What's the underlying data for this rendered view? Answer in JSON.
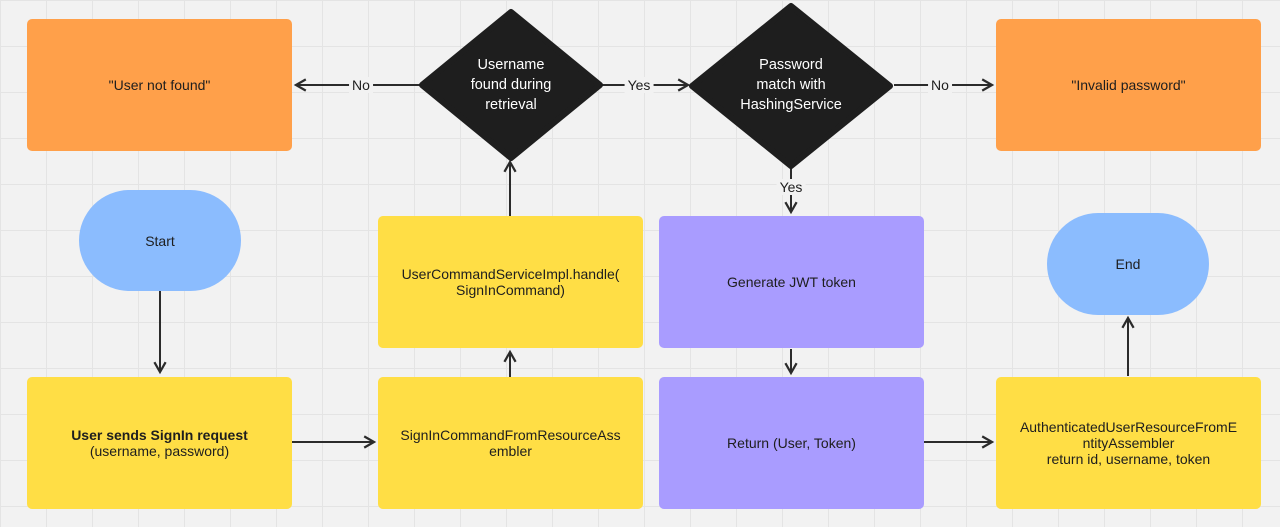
{
  "nodes": {
    "user_not_found": "\"User not found\"",
    "invalid_password": "\"Invalid password\"",
    "start": "Start",
    "end": "End",
    "username_found": [
      "Username",
      "found during",
      "retrieval"
    ],
    "password_match": [
      "Password",
      "match with",
      "HashingService"
    ],
    "handle": [
      "UserCommandServiceImpl.handle(",
      "SignInCommand)"
    ],
    "generate_jwt": "Generate JWT token",
    "signin_request_title": "User sends SignIn request",
    "signin_request_sub": "(username, password)",
    "assembler": [
      "SignInCommandFromResourceAss",
      "embler"
    ],
    "return_token": "Return (User, Token)",
    "auth_assembler": [
      "AuthenticatedUserResourceFromE",
      "ntityAssembler",
      "return id, username, token"
    ]
  },
  "edges": {
    "no_left": "No",
    "yes_top": "Yes",
    "no_right": "No",
    "yes_down": "Yes"
  },
  "colors": {
    "orange": "#ffa04a",
    "yellow": "#ffde45",
    "purple": "#a99cff",
    "blue": "#8bbcfe",
    "diamond": "#1e1e1e",
    "line": "#2b2b2b"
  }
}
